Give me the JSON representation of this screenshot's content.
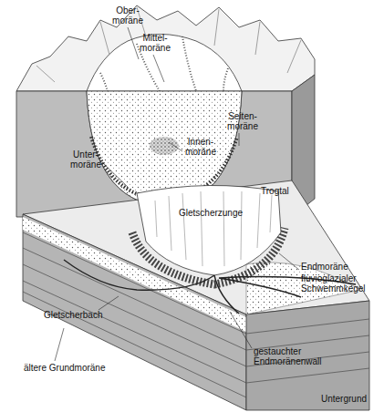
{
  "diagram": {
    "labels": [
      "Ober- moräne",
      "Mittel- moräne",
      "Seiten- moräne",
      "Unter- moräne",
      "Innen- moräne",
      "Trogtal",
      "Gletscherzunge",
      "Endmoräne",
      "fluvioglazialer Schwemmkegel",
      "Gletscherbach",
      "ältere Grundmoräne",
      "gestauchter Endmoränenwall",
      "Untergrund"
    ]
  }
}
